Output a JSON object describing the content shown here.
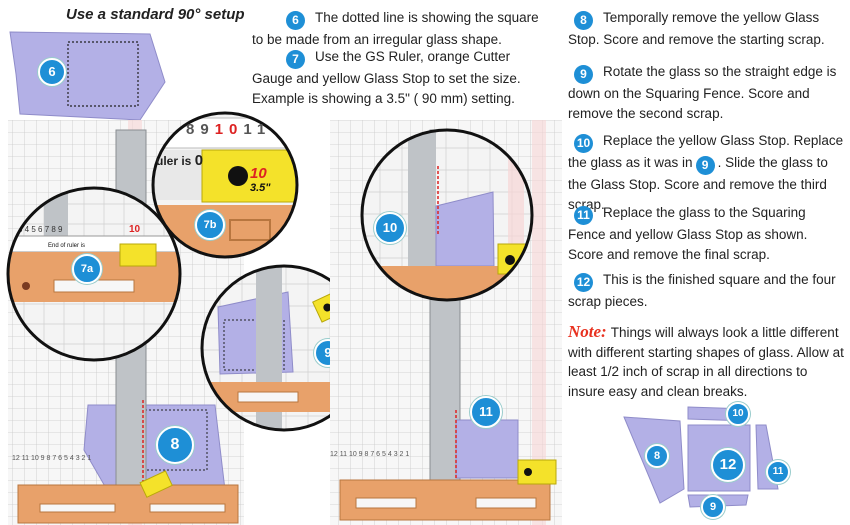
{
  "title": "Use a standard 90° setup",
  "steps": {
    "s6": {
      "num": "6",
      "text": "The dotted line is showing the square to be made from an irregular glass shape."
    },
    "s7": {
      "num": "7",
      "text": "Use the GS Ruler, orange Cutter Gauge and yellow Glass Stop to set the size.  Example is showing a 3.5\" ( 90 mm) setting."
    },
    "s8": {
      "num": "8",
      "text": "Temporally remove the yellow Glass Stop.  Score and remove the starting scrap."
    },
    "s9": {
      "num": "9",
      "text": "Rotate the glass so the straight edge is down on the Squaring Fence.  Score and remove the second scrap."
    },
    "s10": {
      "num": "10",
      "text_a": "Replace the yellow Glass Stop.  Replace the glass as it was in",
      "ref": "9",
      "text_b": ".  Slide the glass to the Glass Stop.  Score and remove the third scrap."
    },
    "s11": {
      "num": "11",
      "text": "Replace the glass to the Squaring Fence and yellow Glass Stop as shown.  Score and remove the final scrap."
    },
    "s12": {
      "num": "12",
      "text": "This is the finished square and the four scrap pieces."
    }
  },
  "note": {
    "label": "Note:",
    "text": "Things will always look a little different with different starting shapes of glass.  Allow at least 1/2 inch of scrap in all directions to insure easy and clean breaks."
  },
  "badges": {
    "b6": "6",
    "b7a": "7a",
    "b7b": "7b",
    "b8": "8",
    "b9": "9",
    "b10": "10",
    "b11": "11",
    "f8": "8",
    "f9": "9",
    "f10": "10",
    "f11": "11",
    "f12": "12"
  },
  "ruler": {
    "zoom_ticks": [
      "8",
      "9",
      "10",
      "11"
    ],
    "end_label": "End of ruler is",
    "end_value": "0",
    "stop_value": "10",
    "stop_size": "3.5\"",
    "ruler_is": "uler is",
    "small_end_label": "End of ruler is",
    "bottom_ticks": "12 11 10 9 8 7 6 5 4 3 2 1"
  },
  "colors": {
    "accent": "#1e8fd6",
    "glass": "#b3b0e6",
    "gauge": "#e8a16a",
    "stop": "#f4e22a",
    "note": "#e8311f"
  }
}
